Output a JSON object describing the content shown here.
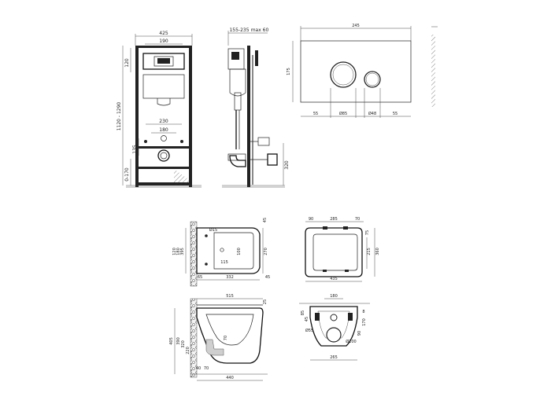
{
  "drawing": {
    "installation_frame": {
      "width_total": "425",
      "width_inner": "190",
      "height_top_block": "120",
      "height_range": "1120 - 1290",
      "foot_range": "0-170",
      "drain_offset": "135",
      "drain_spacing_outer": "230",
      "drain_spacing_inner": "180"
    },
    "installation_side": {
      "depth_range": "155-235",
      "depth_max": "max 60",
      "height_outlet": "320"
    },
    "flush_plate": {
      "width": "245",
      "height": "175",
      "margin_left": "55",
      "button_large": "Ø85",
      "button_small": "Ø48",
      "margin_right": "55"
    },
    "bowl_top": {
      "hole_dia": "Ø15",
      "dim_395": "395",
      "dim_180": "180",
      "dim_120": "120",
      "dim_270": "270",
      "dim_100": "100",
      "dim_115": "115",
      "dim_65": "65",
      "dim_332": "332",
      "dim_45": "45",
      "dim_45b": "45"
    },
    "bowl_plan": {
      "dim_90": "90",
      "dim_285": "285",
      "dim_70": "70",
      "dim_75": "75",
      "dim_215": "215",
      "dim_360": "360",
      "dim_435": "435"
    },
    "bowl_side": {
      "dim_515": "515",
      "dim_25": "25",
      "dim_405": "405",
      "dim_390": "390",
      "dim_320": "320",
      "dim_220": "220",
      "dim_70": "70",
      "dim_40": "40",
      "dim_70b": "70",
      "dim_440": "440"
    },
    "bowl_back": {
      "dim_180": "180",
      "dim_85": "85",
      "dim_45": "45",
      "dim_8": "8",
      "dim_170": "170",
      "dim_90": "90",
      "outlet_dia": "Ø100",
      "hole_dia": "Ø55",
      "dim_265": "265"
    }
  }
}
